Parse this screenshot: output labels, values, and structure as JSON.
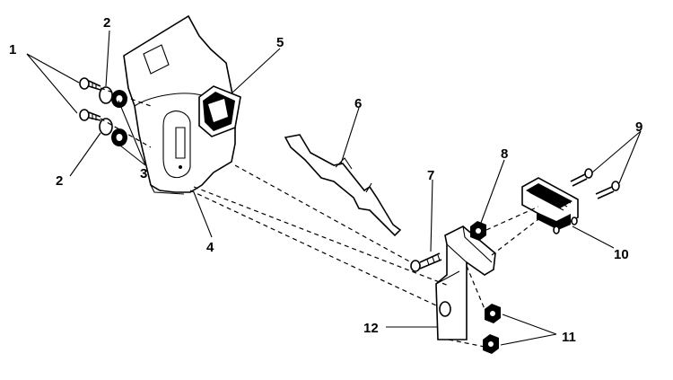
{
  "callouts": {
    "c1": "1",
    "c2a": "2",
    "c2b": "2",
    "c3": "3",
    "c4": "4",
    "c5": "5",
    "c6": "6",
    "c7": "7",
    "c8": "8",
    "c9": "9",
    "c10": "10",
    "c11": "11",
    "c12": "12"
  },
  "parts": [
    {
      "id": "screw",
      "icon": "screw-icon"
    },
    {
      "id": "washer",
      "icon": "washer-icon"
    },
    {
      "id": "grommet",
      "icon": "grommet-icon"
    },
    {
      "id": "housing-cover",
      "icon": "housing-cover-icon"
    },
    {
      "id": "switch-knob",
      "icon": "switch-knob-icon"
    },
    {
      "id": "actuator-lever",
      "icon": "lever-icon"
    },
    {
      "id": "bolt",
      "icon": "bolt-icon"
    },
    {
      "id": "nut",
      "icon": "nut-icon"
    },
    {
      "id": "switch",
      "icon": "switch-icon"
    },
    {
      "id": "bracket",
      "icon": "bracket-icon"
    }
  ]
}
